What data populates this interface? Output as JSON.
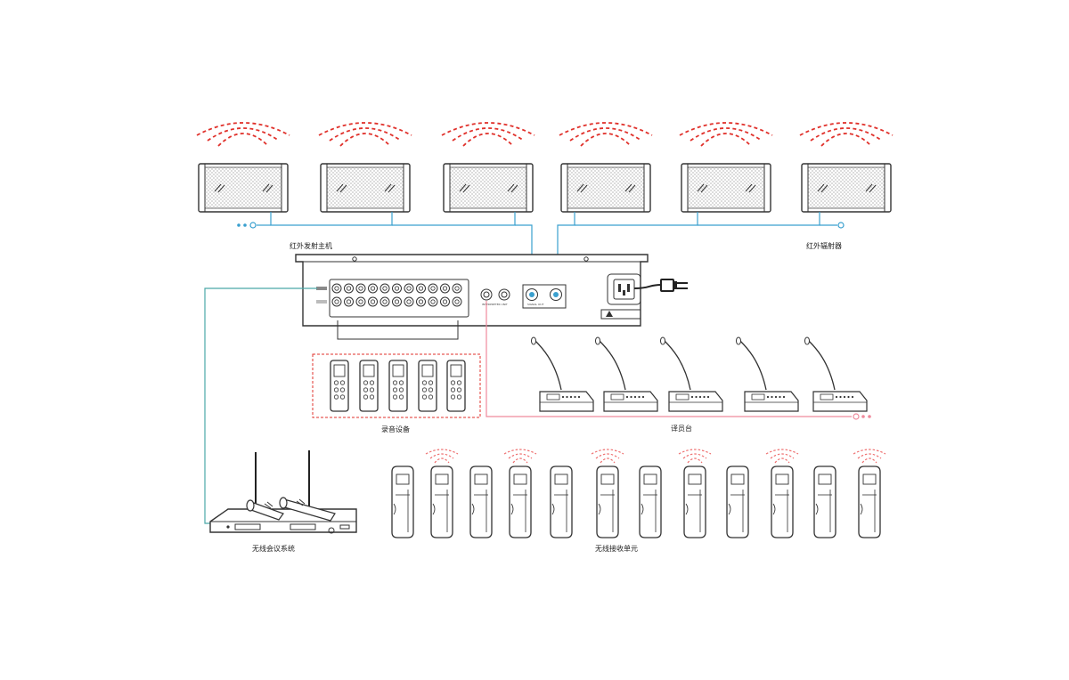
{
  "labels": {
    "transmitter": "红外发射主机",
    "radiator": "红外辐射器",
    "recording": "录音设备",
    "interpreter": "译员台",
    "wireless_conference": "无线会议系统",
    "receiver": "无线接收单元"
  },
  "colors": {
    "signal_wave": "#e0312b",
    "radiator_cable": "#3aa0cf",
    "conference_cable": "#4aa8a8",
    "interpreter_cable": "#ef8a9c",
    "recording_box_border": "#e0312b"
  },
  "counts": {
    "radiators": 6,
    "recorders": 5,
    "interpreter_units": 5,
    "receivers": 12
  }
}
